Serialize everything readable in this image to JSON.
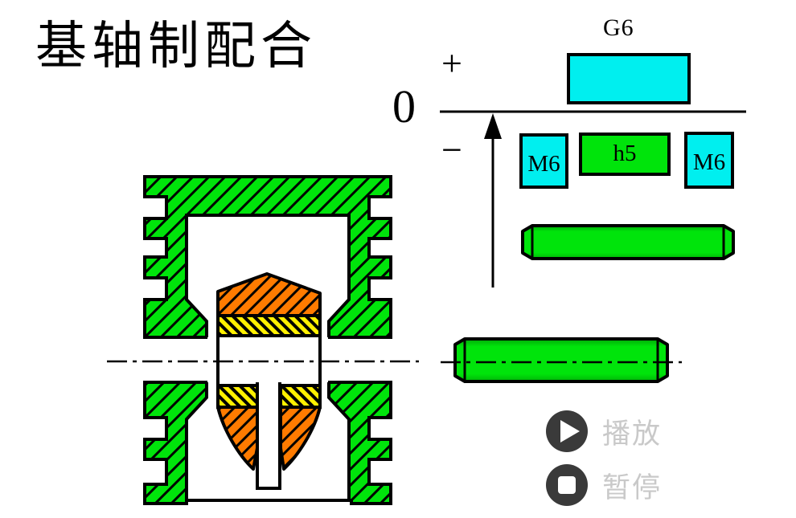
{
  "title": "基轴制配合",
  "diagram": {
    "plus": "+",
    "zero": "0",
    "minus": "−",
    "zone_above": {
      "label": "G6",
      "fill": "cyan",
      "position": "above-zero-line"
    },
    "zones_below": [
      {
        "label": "M6",
        "fill": "cyan",
        "position": "below-zero-line"
      },
      {
        "label": "h5",
        "fill": "green",
        "position": "below-zero-line"
      },
      {
        "label": "M6",
        "fill": "cyan",
        "position": "below-zero-line"
      }
    ]
  },
  "controls": {
    "play_label": "播放",
    "pause_label": "暂停"
  },
  "colors": {
    "green": "#00E40B",
    "cyan": "#00EFEF",
    "orange": "#FF7B00",
    "yellow": "#FFF000",
    "button_dark": "#3A3A3A",
    "label_gray": "#C9C9C9",
    "line_black": "#000000"
  }
}
